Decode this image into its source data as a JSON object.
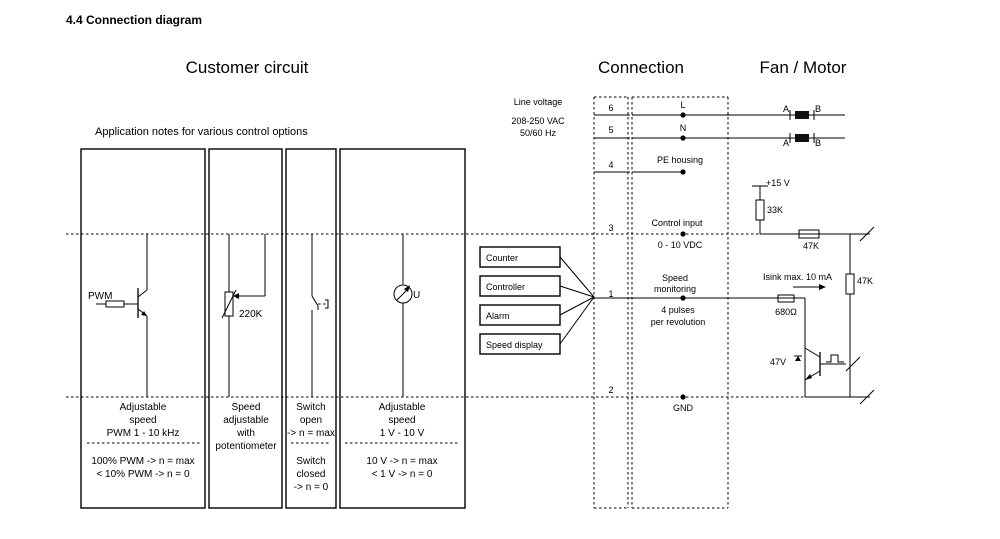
{
  "section_title": "4.4 Connection diagram",
  "headings": {
    "customer": "Customer circuit",
    "connection": "Connection",
    "fan": "Fan / Motor"
  },
  "app_notes": "Application notes for various control options",
  "line_voltage": {
    "title": "Line voltage",
    "value": "208-250 VAC",
    "freq": "50/60 Hz"
  },
  "terminals": [
    "6",
    "5",
    "4",
    "3",
    "1",
    "2"
  ],
  "signals": {
    "L": "L",
    "N": "N",
    "pe": "PE housing",
    "control_input": "Control input",
    "control_range": "0 - 10 VDC",
    "speed_1": "Speed",
    "speed_2": "monitoring",
    "pulses_1": "4 pulses",
    "pulses_2": "per revolution",
    "gnd": "GND"
  },
  "motor": {
    "a": "A",
    "b": "B",
    "plus15": "+15 V",
    "r33k": "33K",
    "r47k_h": "47K",
    "r47k_v": "47K",
    "isink": "Isink max. 10 mA",
    "r680": "680Ω",
    "zener": "47V"
  },
  "devices": [
    "Counter",
    "Controller",
    "Alarm",
    "Speed display"
  ],
  "options": {
    "pwm": {
      "label": "PWM",
      "desc": [
        "Adjustable",
        "speed",
        "PWM 1 - 10 kHz"
      ],
      "note": [
        "100% PWM -> n = max",
        "< 10% PWM -> n = 0"
      ]
    },
    "pot": {
      "label": "220K",
      "desc": [
        "Speed",
        "adjustable",
        "with",
        "potentiometer"
      ]
    },
    "switch": {
      "desc": [
        "Switch",
        "open",
        "-> n = max"
      ],
      "note": [
        "Switch",
        "closed",
        "-> n = 0"
      ]
    },
    "volt": {
      "label": "U",
      "desc": [
        "Adjustable",
        "speed",
        "1 V - 10 V"
      ],
      "note": [
        "10 V -> n = max",
        "< 1 V -> n = 0"
      ]
    }
  }
}
